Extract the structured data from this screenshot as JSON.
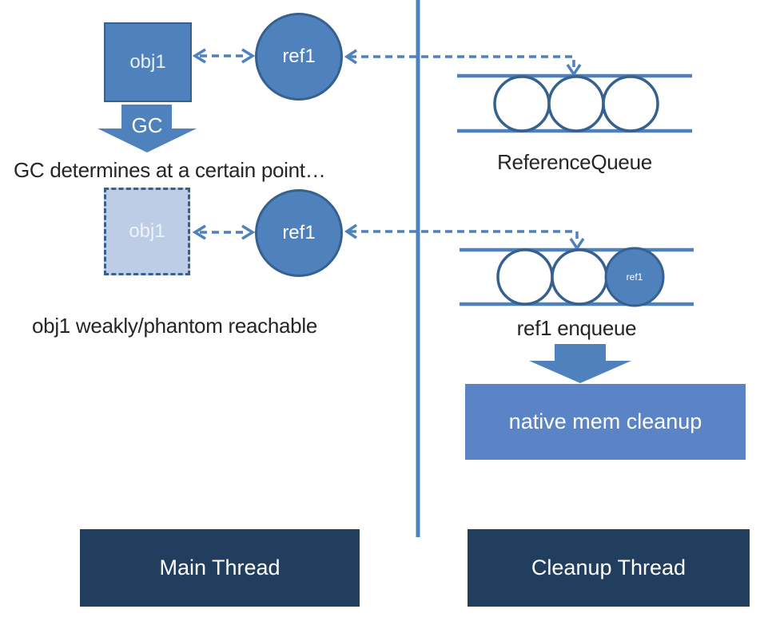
{
  "colors": {
    "accent_blue": "#4f81bd",
    "accent_border": "#36618f",
    "light_square_fill": "#bccde5",
    "native_box_fill": "#5b84c6",
    "thread_box_navy": "#223e5f",
    "caption_text": "#262626"
  },
  "main_thread_lane": {
    "obj1_solid_label": "obj1",
    "ref1_top_label": "ref1",
    "gc_arrow_label": "GC",
    "gc_caption": "GC determines at a certain point…",
    "obj1_dashed_label": "obj1",
    "ref1_bottom_label": "ref1",
    "reachable_caption": "obj1 weakly/phantom reachable",
    "thread_box_label": "Main Thread"
  },
  "cleanup_thread_lane": {
    "reference_queue_caption": "ReferenceQueue",
    "enqueue_caption": "ref1 enqueue",
    "enqueued_ref_label": "ref1",
    "native_cleanup_label": "native mem cleanup",
    "thread_box_label": "Cleanup Thread"
  }
}
